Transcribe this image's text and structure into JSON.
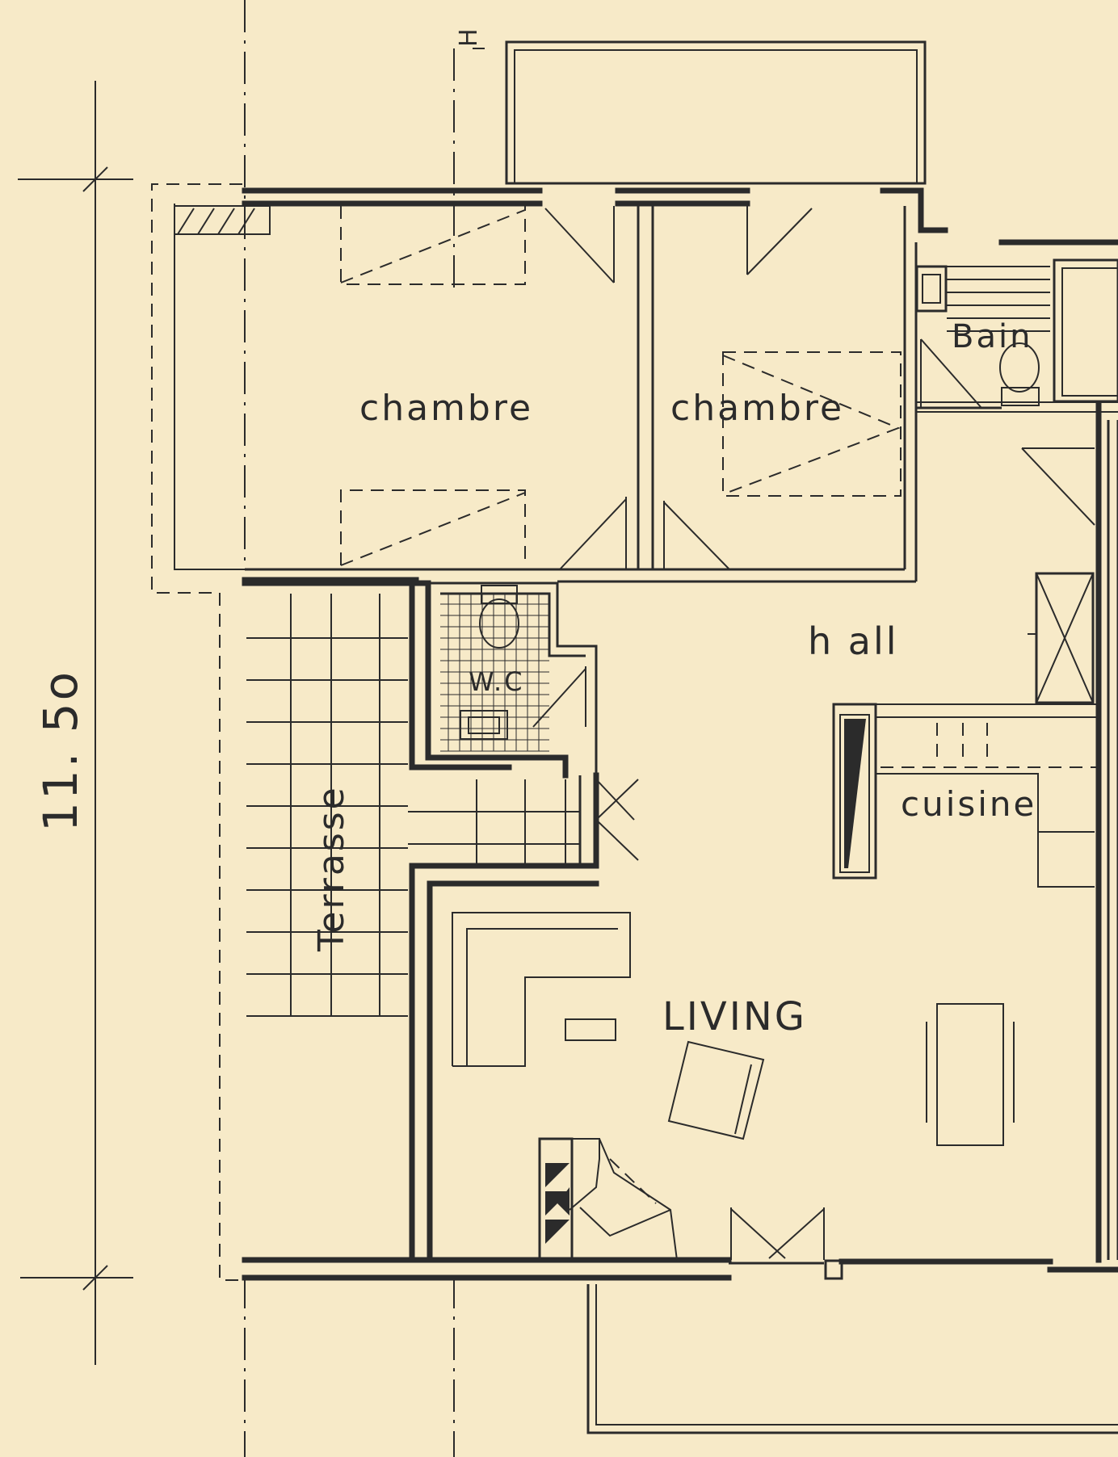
{
  "plan": {
    "dimension": "11. 5o",
    "grid_marker": "H",
    "rooms": {
      "chambre_left": "chambre",
      "chambre_right": "chambre",
      "bain": "Bain",
      "hall": "h all",
      "wc": "W.C",
      "terrasse": "Terrasse",
      "cuisine": "cuisine",
      "living": "LIVING"
    },
    "colors": {
      "paper": "#f7eac8",
      "ink": "#2b2b2b"
    }
  }
}
